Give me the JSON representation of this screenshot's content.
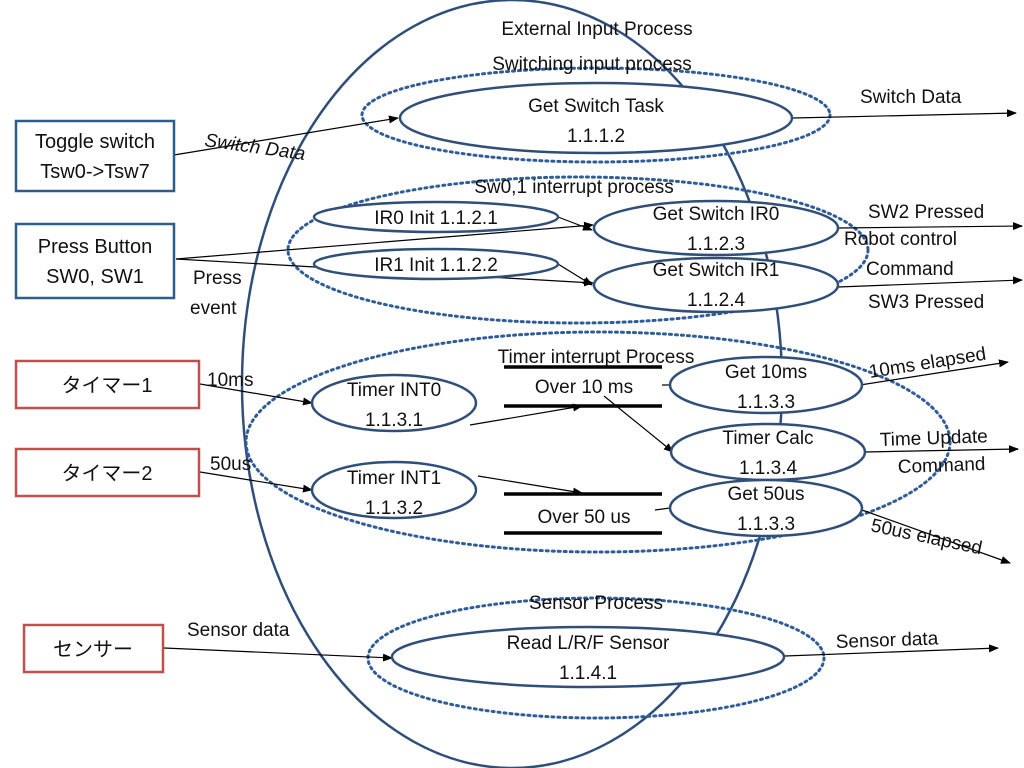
{
  "diagram": {
    "title": "External Input Process",
    "groups": {
      "switching": "Switching input process",
      "interrupt": "Sw0,1 interrupt process",
      "timer": "Timer interrupt Process",
      "sensor": "Sensor Process"
    },
    "processes": {
      "get_switch_task": {
        "name": "Get Switch Task",
        "id": "1.1.1.2"
      },
      "ir0_init": {
        "label": "IR0 Init 1.1.2.1"
      },
      "ir1_init": {
        "label": "IR1 Init 1.1.2.2"
      },
      "get_switch_ir0": {
        "name": "Get Switch IR0",
        "id": "1.1.2.3"
      },
      "get_switch_ir1": {
        "name": "Get Switch IR1",
        "id": "1.1.2.4"
      },
      "timer_int0": {
        "name": "Timer INT0",
        "id": "1.1.3.1"
      },
      "timer_int1": {
        "name": "Timer INT1",
        "id": "1.1.3.2"
      },
      "get_10ms": {
        "name": "Get 10ms",
        "id": "1.1.3.3"
      },
      "timer_calc": {
        "name": "Timer Calc",
        "id": "1.1.3.4"
      },
      "get_50us": {
        "name": "Get 50us",
        "id": "1.1.3.3"
      },
      "read_sensor": {
        "name": "Read L/R/F Sensor",
        "id": "1.1.4.1"
      }
    },
    "stores": {
      "over_10ms": "Over 10 ms",
      "over_50us": "Over 50 us"
    },
    "externals": {
      "toggle_switch": {
        "line1": "Toggle switch",
        "line2": "Tsw0->Tsw7"
      },
      "press_button": {
        "line1": "Press Button",
        "line2": "SW0, SW1"
      },
      "timer1": "タイマー1",
      "timer2": "タイマー2",
      "sensor": "センサー"
    },
    "flows": {
      "switch_data_in": "Switch Data",
      "switch_data_out": "Switch Data",
      "press_event_1": "Press",
      "press_event_2": "event",
      "sw2_pressed": "SW2 Pressed",
      "robot_control": "Robot   control",
      "command_1": "Command",
      "sw3_pressed": "SW3 Pressed",
      "t10ms": "10ms",
      "t50us": "50us",
      "elapsed_10ms": "10ms elapsed",
      "time_update": "Time  Update",
      "command_2": "Command",
      "elapsed_50us": "50us elapsed",
      "sensor_data_in": "Sensor data",
      "sensor_data_out": "Sensor data"
    }
  }
}
